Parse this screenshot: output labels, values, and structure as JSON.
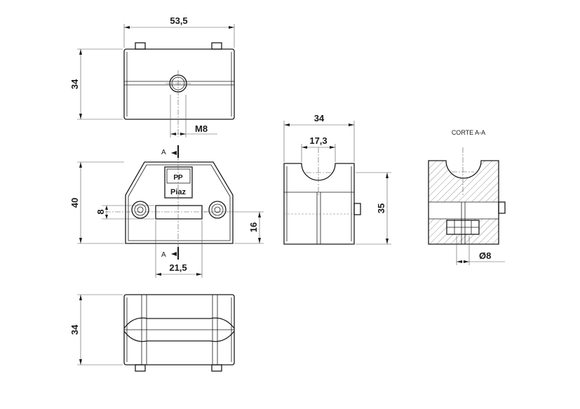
{
  "dimensions": {
    "top_width": "53,5",
    "top_height": "34",
    "thread": "M8",
    "front_height": "40",
    "slot_height": "8",
    "slot_offset": "16",
    "slot_width": "21,5",
    "side_width": "34",
    "bore": "17,3",
    "side_height": "35",
    "bottom_height": "34",
    "hole_diameter": "Ø8"
  },
  "labels": {
    "section_marker": "A",
    "section_title": "CORTE A-A"
  },
  "logo": {
    "text": "Piaz",
    "mark": "PP"
  }
}
